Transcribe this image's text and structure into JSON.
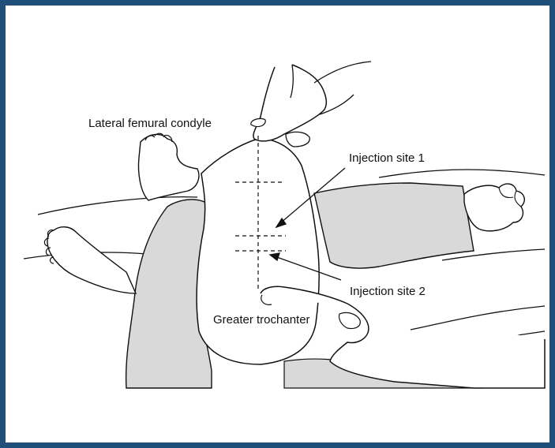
{
  "labels": {
    "lateral_femural_condyle": "Lateral femural condyle",
    "injection_site_1": "Injection site 1",
    "injection_site_2": "Injection site 2",
    "greater_trochanter": "Greater trochanter"
  },
  "colors": {
    "border": "#1f4e79",
    "fill_gray": "#d9d9d9",
    "line": "#111111"
  }
}
